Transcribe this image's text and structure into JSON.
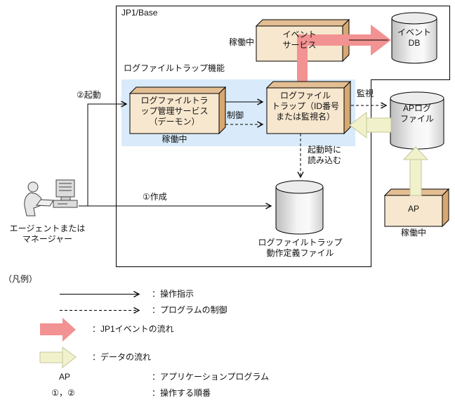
{
  "jp1_base": {
    "title": "JP1/Base"
  },
  "nodes": {
    "event_service": {
      "label": "イベント\nサービス",
      "status": "稼働中"
    },
    "event_db": {
      "label": "イベント\nDB"
    },
    "log_trap_function": {
      "label": "ログファイルトラップ機能"
    },
    "mgmt_service": {
      "label": "ログファイルトラ\nップ管理サービス\n（デーモン）",
      "status": "稼働中"
    },
    "log_trap": {
      "label": "ログファイル\nトラップ（ID番号\nまたは監視名）"
    },
    "ap_log_file": {
      "label": "APログ\nファイル"
    },
    "ap": {
      "label": "AP",
      "status": "稼働中"
    },
    "def_file": {
      "label": "ログファイルトラップ\n動作定義ファイル"
    },
    "actor": {
      "label": "エージェントまたは\nマネージャー"
    }
  },
  "edges": {
    "create": "①作成",
    "start": "②起動",
    "control": "制御",
    "monitor": "監視",
    "read_on_start": "起動時に\n読み込む"
  },
  "legend": {
    "title": "（凡例）",
    "items": [
      {
        "name": "solid-arrow",
        "label": "：操作指示"
      },
      {
        "name": "dashed-arrow",
        "label": "：プログラムの制御"
      },
      {
        "name": "jp1-event-flow",
        "label": "：JP1イベントの流れ"
      },
      {
        "name": "data-flow",
        "label": "：データの流れ"
      },
      {
        "name": "ap",
        "symbol": "AP",
        "label": "：アプリケーションプログラム"
      },
      {
        "name": "order",
        "symbol": "①，②",
        "label": "：操作する順番"
      }
    ]
  },
  "colors": {
    "jp1_event_flow_pink": "#F29292",
    "data_flow_yellow": "#F1F1CB",
    "data_flow_border": "#C6C69B",
    "function_area_blue": "#D9EBFA",
    "box_face_cream": "#F7E7CE",
    "box_top_tan": "#E3BE93",
    "box_side_tan": "#D8A872"
  }
}
